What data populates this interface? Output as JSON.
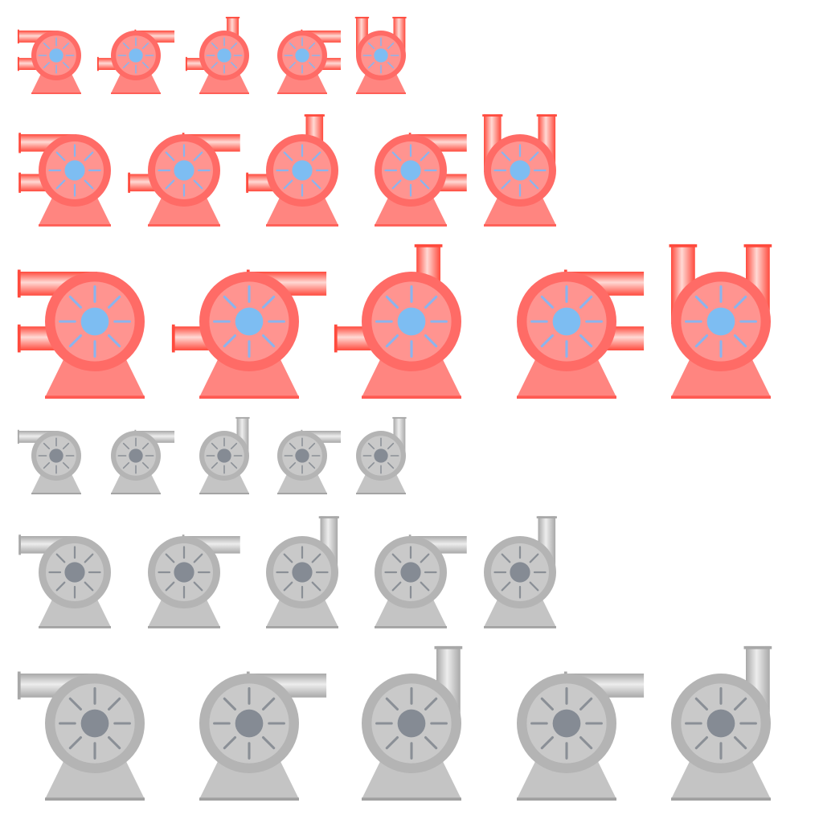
{
  "icon_sheet": {
    "colors": {
      "red": {
        "pipe_dark": "#ff4a3d",
        "pipe_light": "#ffd9d4",
        "housing": "#ff6b66",
        "housing_inner": "#ff9490",
        "base": "#ff8580",
        "base_edge": "#ff5a52",
        "hub": "#7dbdf2",
        "spokes": "#8ab4ee"
      },
      "gray": {
        "pipe_dark": "#a8a8a8",
        "pipe_light": "#ededed",
        "housing": "#b4b4b4",
        "housing_inner": "#c9c9c9",
        "base": "#c4c4c4",
        "base_edge": "#a0a0a0",
        "hub": "#858b94",
        "spokes": "#8a8f96"
      }
    },
    "rows": [
      {
        "color": "red",
        "size": "small",
        "variants": [
          "left-dual",
          "up-right",
          "up-left",
          "right-dual",
          "up-dual"
        ]
      },
      {
        "color": "red",
        "size": "medium",
        "variants": [
          "left-dual",
          "up-right",
          "up-left",
          "right-dual",
          "up-dual"
        ]
      },
      {
        "color": "red",
        "size": "large",
        "variants": [
          "left-dual",
          "up-right",
          "up-left",
          "right-dual",
          "up-dual"
        ]
      },
      {
        "color": "gray",
        "size": "small",
        "variants": [
          "left",
          "right",
          "up",
          "right",
          "up"
        ]
      },
      {
        "color": "gray",
        "size": "medium",
        "variants": [
          "left",
          "right",
          "up",
          "right",
          "up"
        ]
      },
      {
        "color": "gray",
        "size": "large",
        "variants": [
          "left",
          "right",
          "up",
          "right",
          "up"
        ]
      }
    ],
    "icon_name": "centrifugal-pump-icon"
  }
}
